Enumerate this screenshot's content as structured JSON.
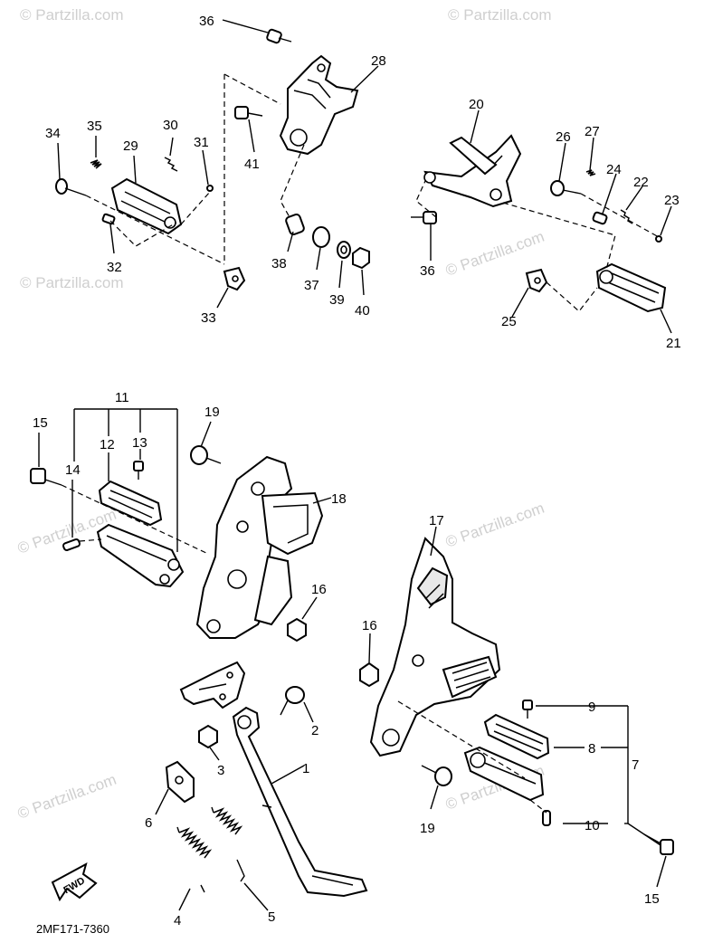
{
  "diagram_code": "2MF171-7360",
  "fwd_label": "FWD",
  "watermark": "© Partzilla.com",
  "callouts": {
    "c1": "1",
    "c2": "2",
    "c3": "3",
    "c4": "4",
    "c5": "5",
    "c6": "6",
    "c7": "7",
    "c8": "8",
    "c9": "9",
    "c10": "10",
    "c11": "11",
    "c12": "12",
    "c13": "13",
    "c14": "14",
    "c15a": "15",
    "c15b": "15",
    "c16a": "16",
    "c16b": "16",
    "c17": "17",
    "c18": "18",
    "c19a": "19",
    "c19b": "19",
    "c20": "20",
    "c21": "21",
    "c22": "22",
    "c23": "23",
    "c24": "24",
    "c25": "25",
    "c26": "26",
    "c27": "27",
    "c28": "28",
    "c29": "29",
    "c30": "30",
    "c31": "31",
    "c32": "32",
    "c33": "33",
    "c34": "34",
    "c35": "35",
    "c36a": "36",
    "c36b": "36",
    "c37": "37",
    "c38": "38",
    "c39": "39",
    "c40": "40",
    "c41": "41"
  }
}
